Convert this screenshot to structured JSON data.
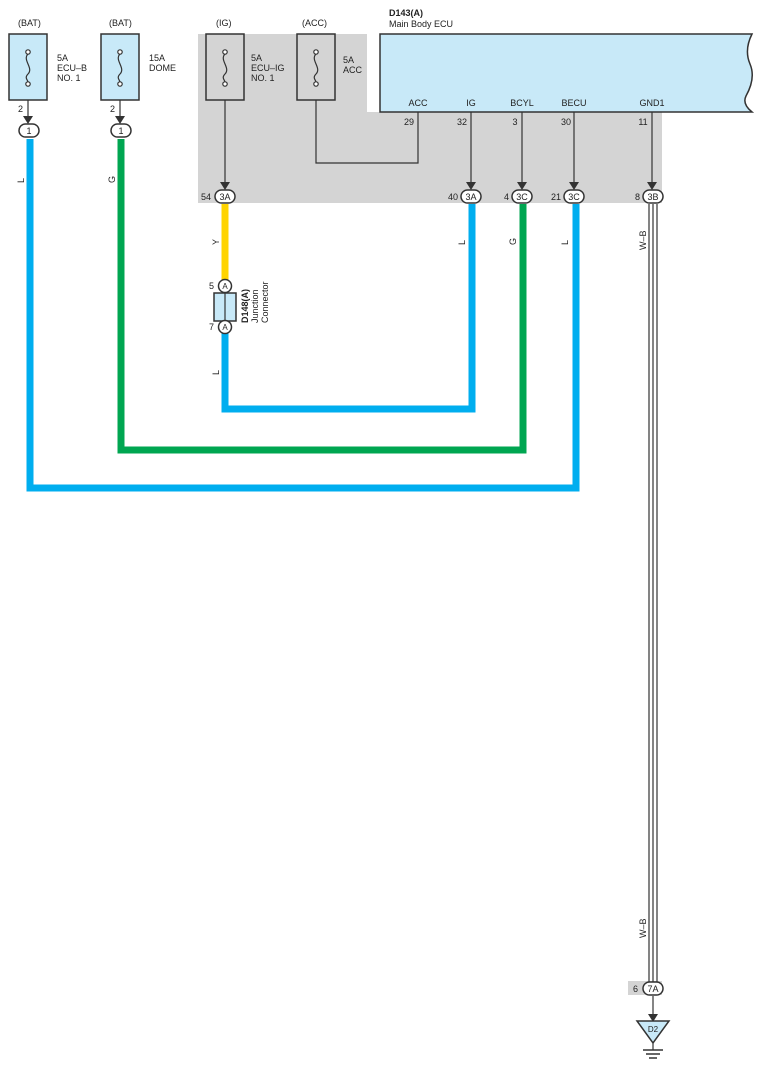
{
  "colors": {
    "blue": "#00aeef",
    "green": "#00a651",
    "yellow": "#ffd400",
    "box_fill": "#c8e9f8",
    "panel_gray": "#d4d4d4",
    "wire_black": "#333333"
  },
  "fuses": [
    {
      "source": "(BAT)",
      "rating": "5A",
      "name_l1": "ECU–B",
      "name_l2": "NO. 1",
      "pin": "2",
      "connector": "1"
    },
    {
      "source": "(BAT)",
      "rating": "15A",
      "name_l1": "DOME",
      "name_l2": "",
      "pin": "2",
      "connector": "1"
    },
    {
      "source": "(IG)",
      "rating": "5A",
      "name_l1": "ECU–IG",
      "name_l2": "NO. 1",
      "pin": "",
      "connector": ""
    },
    {
      "source": "(ACC)",
      "rating": "5A",
      "name_l1": "ACC",
      "name_l2": "",
      "pin": "",
      "connector": ""
    }
  ],
  "ecu": {
    "code": "D143(A)",
    "name": "Main Body ECU",
    "terminals": [
      {
        "name": "ACC",
        "pin": "29"
      },
      {
        "name": "IG",
        "pin": "32"
      },
      {
        "name": "BCYL",
        "pin": "3"
      },
      {
        "name": "BECU",
        "pin": "30"
      },
      {
        "name": "GND1",
        "pin": "11"
      }
    ]
  },
  "junction_connectors": [
    {
      "pin": "54",
      "label": "3A"
    },
    {
      "pin": "40",
      "label": "3A"
    },
    {
      "pin": "4",
      "label": "3C"
    },
    {
      "pin": "21",
      "label": "3C"
    },
    {
      "pin": "8",
      "label": "3B"
    }
  ],
  "junction": {
    "code": "D148(A)",
    "name_l1": "Junction",
    "name_l2": "Connector",
    "pin_top": "5",
    "pin_bottom": "7",
    "connector": "A"
  },
  "wire_colors": {
    "w1": "L",
    "w2": "G",
    "y": "Y",
    "jl": "L",
    "ig": "L",
    "bcyl": "G",
    "becu": "L",
    "gnd_top": "W–B",
    "gnd_bottom": "W–B"
  },
  "ground": {
    "pin": "6",
    "connector": "7A",
    "point": "D2"
  }
}
